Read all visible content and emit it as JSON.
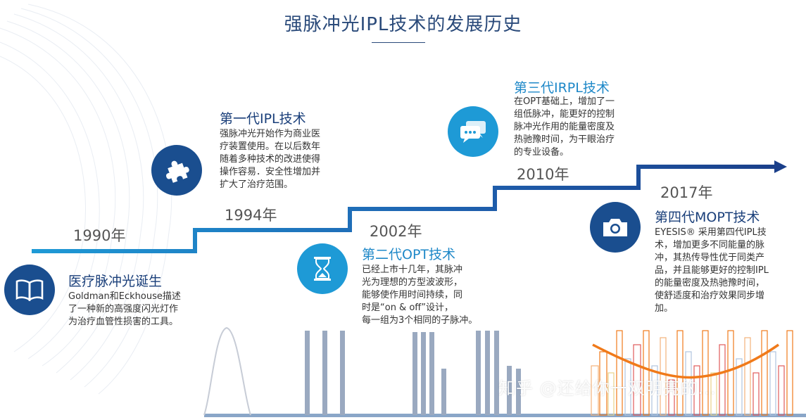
{
  "title": "强脉冲光IPL技术的发展历史",
  "colors": {
    "stair_light": "#1e9ad6",
    "stair_dark": "#1a3f8a",
    "circle_dark": "#1a4e8f",
    "circle_light": "#1e9ad6",
    "heading_dark": "#1a3f7a",
    "heading_light": "#1e88c8",
    "pulse_gray": "#9aa9c0",
    "curve_orange": "#f07a1a"
  },
  "milestones": [
    {
      "year": "1990年",
      "heading": "医疗脉冲光诞生",
      "desc": [
        "Goldman和Eckhouse描述",
        "了一种新的高强度闪光灯作",
        "为治疗血管性损害的工具。"
      ],
      "icon": "book-icon"
    },
    {
      "year": "1994年",
      "heading": "第一代IPL技术",
      "desc": [
        "强脉冲光开始作为商业医",
        "疗装置使用。在以后数年",
        "随着多种技术的改进使得",
        "操作容易．安全性增加并",
        "扩大了治疗范围。"
      ],
      "icon": "puzzle-icon"
    },
    {
      "year": "2002年",
      "heading": "第二代OPT技术",
      "desc": [
        "已经上市十几年，其脉冲",
        "光为理想的方型波波形，",
        "能够使作用时间持续，同",
        "时是“on & off”设计，",
        "每一组为3个相同的子脉冲。"
      ],
      "icon": "hourglass-icon"
    },
    {
      "year": "2010年",
      "heading": "第三代IRPL技术",
      "desc": [
        "在OPT基础上，增加了一",
        "组低脉冲，能更好的控制",
        "脉冲光作用的能量密度及",
        "热驰豫时间，为干眼治疗",
        "的专业设备。"
      ],
      "icon": "chat-icon"
    },
    {
      "year": "2017年",
      "heading": "第四代MOPT技术",
      "desc": [
        "EYESIS®  采用第四代IPL技",
        "术，增加更多不同能量的脉",
        "冲，其热传导性优于同类产",
        "品，并且能够更好的控制IPL",
        "的能量密度及热驰豫时间，",
        "使舒适度和治疗效果同步增",
        "加。"
      ],
      "icon": "camera-icon"
    }
  ],
  "watermark": "知乎 @还给你一双明亮的..."
}
